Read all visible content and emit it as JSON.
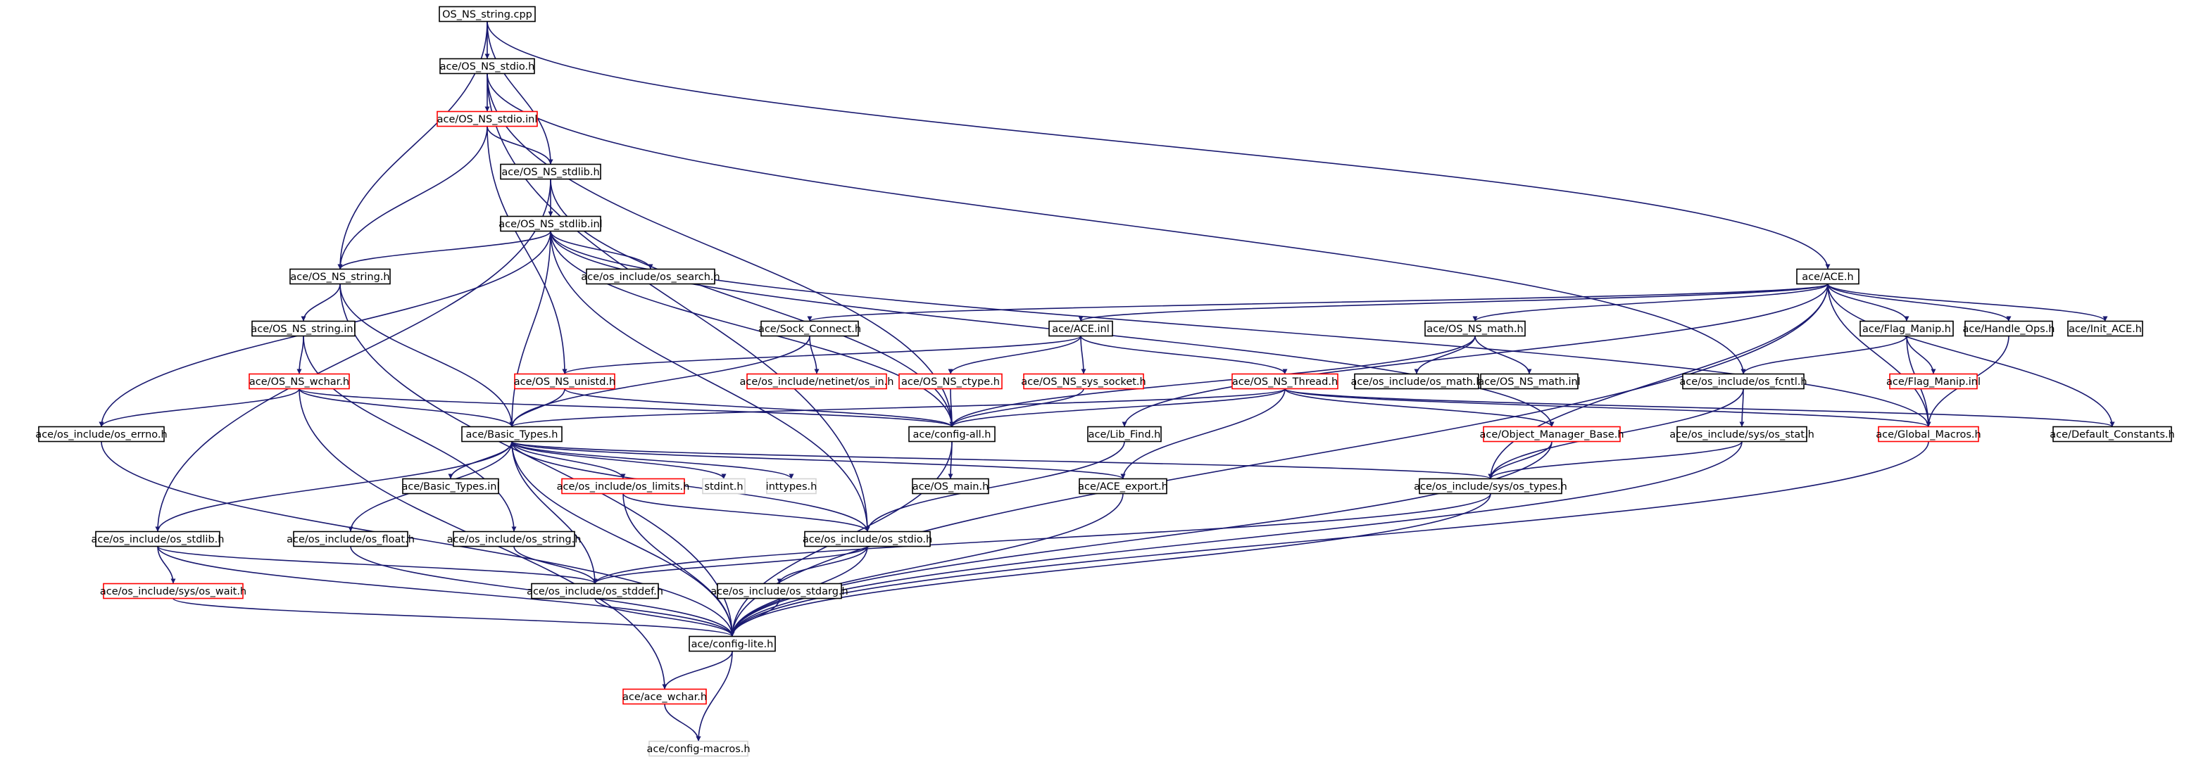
{
  "colors": {
    "edge": "#191970",
    "border_normal": "#000000",
    "border_truncated": "#ff0000",
    "border_external": "#d3d3d3",
    "fill_root": "#bfbfbf",
    "fill_normal": "#ffffff"
  },
  "nodes": [
    {
      "id": "root",
      "label": "OS_NS_string.cpp",
      "kind": "root"
    },
    {
      "id": "stdio_h",
      "label": "ace/OS_NS_stdio.h",
      "kind": "normal"
    },
    {
      "id": "stdio_inl",
      "label": "ace/OS_NS_stdio.inl",
      "kind": "truncated"
    },
    {
      "id": "stdlib_h",
      "label": "ace/OS_NS_stdlib.h",
      "kind": "normal"
    },
    {
      "id": "stdlib_inl",
      "label": "ace/OS_NS_stdlib.inl",
      "kind": "normal"
    },
    {
      "id": "string_h",
      "label": "ace/OS_NS_string.h",
      "kind": "normal"
    },
    {
      "id": "os_search",
      "label": "ace/os_include/os_search.h",
      "kind": "normal"
    },
    {
      "id": "ace_h",
      "label": "ace/ACE.h",
      "kind": "normal"
    },
    {
      "id": "string_inl",
      "label": "ace/OS_NS_string.inl",
      "kind": "normal"
    },
    {
      "id": "sock_connect",
      "label": "ace/Sock_Connect.h",
      "kind": "normal"
    },
    {
      "id": "ace_inl",
      "label": "ace/ACE.inl",
      "kind": "normal"
    },
    {
      "id": "math_h",
      "label": "ace/OS_NS_math.h",
      "kind": "normal"
    },
    {
      "id": "flag_manip",
      "label": "ace/Flag_Manip.h",
      "kind": "normal"
    },
    {
      "id": "handle_ops",
      "label": "ace/Handle_Ops.h",
      "kind": "normal"
    },
    {
      "id": "init_ace",
      "label": "ace/Init_ACE.h",
      "kind": "normal"
    },
    {
      "id": "wchar_h",
      "label": "ace/OS_NS_wchar.h",
      "kind": "truncated"
    },
    {
      "id": "unistd_h",
      "label": "ace/OS_NS_unistd.h",
      "kind": "truncated"
    },
    {
      "id": "os_in",
      "label": "ace/os_include/netinet/os_in.h",
      "kind": "truncated"
    },
    {
      "id": "ctype_h",
      "label": "ace/OS_NS_ctype.h",
      "kind": "truncated"
    },
    {
      "id": "sys_socket",
      "label": "ace/OS_NS_sys_socket.h",
      "kind": "truncated"
    },
    {
      "id": "thread_h",
      "label": "ace/OS_NS_Thread.h",
      "kind": "truncated"
    },
    {
      "id": "os_math",
      "label": "ace/os_include/os_math.h",
      "kind": "normal"
    },
    {
      "id": "math_inl",
      "label": "ace/OS_NS_math.inl",
      "kind": "normal"
    },
    {
      "id": "os_fcntl",
      "label": "ace/os_include/os_fcntl.h",
      "kind": "normal"
    },
    {
      "id": "flag_manip_inl",
      "label": "ace/Flag_Manip.inl",
      "kind": "truncated"
    },
    {
      "id": "os_errno",
      "label": "ace/os_include/os_errno.h",
      "kind": "normal"
    },
    {
      "id": "basic_types",
      "label": "ace/Basic_Types.h",
      "kind": "normal"
    },
    {
      "id": "config_all",
      "label": "ace/config-all.h",
      "kind": "normal"
    },
    {
      "id": "lib_find",
      "label": "ace/Lib_Find.h",
      "kind": "normal"
    },
    {
      "id": "obj_mgr_base",
      "label": "ace/Object_Manager_Base.h",
      "kind": "truncated"
    },
    {
      "id": "os_stat",
      "label": "ace/os_include/sys/os_stat.h",
      "kind": "normal"
    },
    {
      "id": "global_macros",
      "label": "ace/Global_Macros.h",
      "kind": "truncated"
    },
    {
      "id": "default_constants",
      "label": "ace/Default_Constants.h",
      "kind": "normal"
    },
    {
      "id": "basic_types_inl",
      "label": "ace/Basic_Types.inl",
      "kind": "normal"
    },
    {
      "id": "os_limits",
      "label": "ace/os_include/os_limits.h",
      "kind": "truncated"
    },
    {
      "id": "stdint",
      "label": "stdint.h",
      "kind": "external"
    },
    {
      "id": "inttypes",
      "label": "inttypes.h",
      "kind": "external"
    },
    {
      "id": "os_main",
      "label": "ace/OS_main.h",
      "kind": "normal"
    },
    {
      "id": "ace_export",
      "label": "ace/ACE_export.h",
      "kind": "normal"
    },
    {
      "id": "os_types",
      "label": "ace/os_include/sys/os_types.h",
      "kind": "normal"
    },
    {
      "id": "os_stdlib",
      "label": "ace/os_include/os_stdlib.h",
      "kind": "normal"
    },
    {
      "id": "os_float",
      "label": "ace/os_include/os_float.h",
      "kind": "normal"
    },
    {
      "id": "os_string",
      "label": "ace/os_include/os_string.h",
      "kind": "normal"
    },
    {
      "id": "os_stdio",
      "label": "ace/os_include/os_stdio.h",
      "kind": "normal"
    },
    {
      "id": "os_wait",
      "label": "ace/os_include/sys/os_wait.h",
      "kind": "truncated"
    },
    {
      "id": "os_stddef",
      "label": "ace/os_include/os_stddef.h",
      "kind": "normal"
    },
    {
      "id": "os_stdarg",
      "label": "ace/os_include/os_stdarg.h",
      "kind": "normal"
    },
    {
      "id": "config_lite",
      "label": "ace/config-lite.h",
      "kind": "normal"
    },
    {
      "id": "ace_wchar",
      "label": "ace/ace_wchar.h",
      "kind": "truncated"
    },
    {
      "id": "config_macros",
      "label": "ace/config-macros.h",
      "kind": "external"
    }
  ],
  "edges": [
    [
      "root",
      "stdio_h"
    ],
    [
      "root",
      "stdlib_h"
    ],
    [
      "root",
      "string_h"
    ],
    [
      "root",
      "ace_h"
    ],
    [
      "stdio_h",
      "stdio_inl"
    ],
    [
      "stdio_h",
      "config_all"
    ],
    [
      "stdio_h",
      "os_stdio"
    ],
    [
      "stdio_h",
      "os_fcntl"
    ],
    [
      "stdio_inl",
      "stdlib_h"
    ],
    [
      "stdio_inl",
      "string_h"
    ],
    [
      "stdio_inl",
      "unistd_h"
    ],
    [
      "stdlib_h",
      "stdlib_inl"
    ],
    [
      "stdlib_h",
      "config_all"
    ],
    [
      "stdlib_h",
      "os_stdlib"
    ],
    [
      "stdlib_inl",
      "string_h"
    ],
    [
      "stdlib_inl",
      "os_search"
    ],
    [
      "stdlib_inl",
      "basic_types"
    ],
    [
      "stdlib_inl",
      "config_all"
    ],
    [
      "stdlib_inl",
      "os_errno"
    ],
    [
      "stdlib_inl",
      "obj_mgr_base"
    ],
    [
      "stdlib_inl",
      "global_macros"
    ],
    [
      "stdlib_inl",
      "os_stdio"
    ],
    [
      "string_h",
      "string_inl"
    ],
    [
      "string_h",
      "basic_types"
    ],
    [
      "string_h",
      "config_lite"
    ],
    [
      "string_inl",
      "wchar_h"
    ],
    [
      "string_inl",
      "os_string"
    ],
    [
      "wchar_h",
      "basic_types"
    ],
    [
      "wchar_h",
      "os_errno"
    ],
    [
      "wchar_h",
      "config_all"
    ],
    [
      "wchar_h",
      "ace_wchar"
    ],
    [
      "ace_h",
      "sock_connect"
    ],
    [
      "ace_h",
      "ace_inl"
    ],
    [
      "ace_h",
      "math_h"
    ],
    [
      "ace_h",
      "flag_manip"
    ],
    [
      "ace_h",
      "handle_ops"
    ],
    [
      "ace_h",
      "init_ace"
    ],
    [
      "ace_h",
      "lib_find"
    ],
    [
      "ace_h",
      "default_constants"
    ],
    [
      "ace_h",
      "global_macros"
    ],
    [
      "ace_h",
      "config_lite"
    ],
    [
      "ace_h",
      "os_types"
    ],
    [
      "sock_connect",
      "os_in"
    ],
    [
      "sock_connect",
      "basic_types"
    ],
    [
      "ace_inl",
      "unistd_h"
    ],
    [
      "ace_inl",
      "ctype_h"
    ],
    [
      "ace_inl",
      "sys_socket"
    ],
    [
      "ace_inl",
      "thread_h"
    ],
    [
      "math_h",
      "os_math"
    ],
    [
      "math_h",
      "math_inl"
    ],
    [
      "math_h",
      "config_all"
    ],
    [
      "flag_manip",
      "os_fcntl"
    ],
    [
      "flag_manip",
      "flag_manip_inl"
    ],
    [
      "flag_manip",
      "global_macros"
    ],
    [
      "handle_ops",
      "global_macros"
    ],
    [
      "unistd_h",
      "basic_types"
    ],
    [
      "unistd_h",
      "config_all"
    ],
    [
      "ctype_h",
      "config_all"
    ],
    [
      "sys_socket",
      "config_all"
    ],
    [
      "thread_h",
      "config_all"
    ],
    [
      "thread_h",
      "basic_types"
    ],
    [
      "thread_h",
      "obj_mgr_base"
    ],
    [
      "thread_h",
      "ace_export"
    ],
    [
      "thread_h",
      "global_macros"
    ],
    [
      "thread_h",
      "default_constants"
    ],
    [
      "os_fcntl",
      "os_stat"
    ],
    [
      "os_fcntl",
      "os_types"
    ],
    [
      "os_stat",
      "os_types"
    ],
    [
      "os_stat",
      "config_lite"
    ],
    [
      "obj_mgr_base",
      "os_types"
    ],
    [
      "obj_mgr_base",
      "config_lite"
    ],
    [
      "global_macros",
      "config_lite"
    ],
    [
      "lib_find",
      "os_stdio"
    ],
    [
      "config_all",
      "os_main"
    ],
    [
      "config_all",
      "config_lite"
    ],
    [
      "basic_types",
      "basic_types_inl"
    ],
    [
      "basic_types",
      "os_limits"
    ],
    [
      "basic_types",
      "stdint"
    ],
    [
      "basic_types",
      "inttypes"
    ],
    [
      "basic_types",
      "ace_export"
    ],
    [
      "basic_types",
      "os_types"
    ],
    [
      "basic_types",
      "os_stdlib"
    ],
    [
      "basic_types",
      "os_float"
    ],
    [
      "basic_types",
      "os_stddef"
    ],
    [
      "basic_types",
      "os_stdio"
    ],
    [
      "basic_types",
      "config_lite"
    ],
    [
      "os_limits",
      "os_stdio"
    ],
    [
      "os_limits",
      "config_lite"
    ],
    [
      "os_errno",
      "config_lite"
    ],
    [
      "os_stdlib",
      "os_wait"
    ],
    [
      "os_stdlib",
      "os_stddef"
    ],
    [
      "os_stdlib",
      "config_lite"
    ],
    [
      "os_float",
      "config_lite"
    ],
    [
      "os_string",
      "os_stddef"
    ],
    [
      "os_stdio",
      "os_stddef"
    ],
    [
      "os_stdio",
      "os_stdarg"
    ],
    [
      "os_stdio",
      "config_lite"
    ],
    [
      "os_types",
      "os_stddef"
    ],
    [
      "os_types",
      "config_lite"
    ],
    [
      "os_wait",
      "config_lite"
    ],
    [
      "os_stddef",
      "config_lite"
    ],
    [
      "os_stdarg",
      "config_lite"
    ],
    [
      "ace_export",
      "config_lite"
    ],
    [
      "config_lite",
      "ace_wchar"
    ],
    [
      "config_lite",
      "config_macros"
    ],
    [
      "ace_wchar",
      "config_macros"
    ]
  ]
}
